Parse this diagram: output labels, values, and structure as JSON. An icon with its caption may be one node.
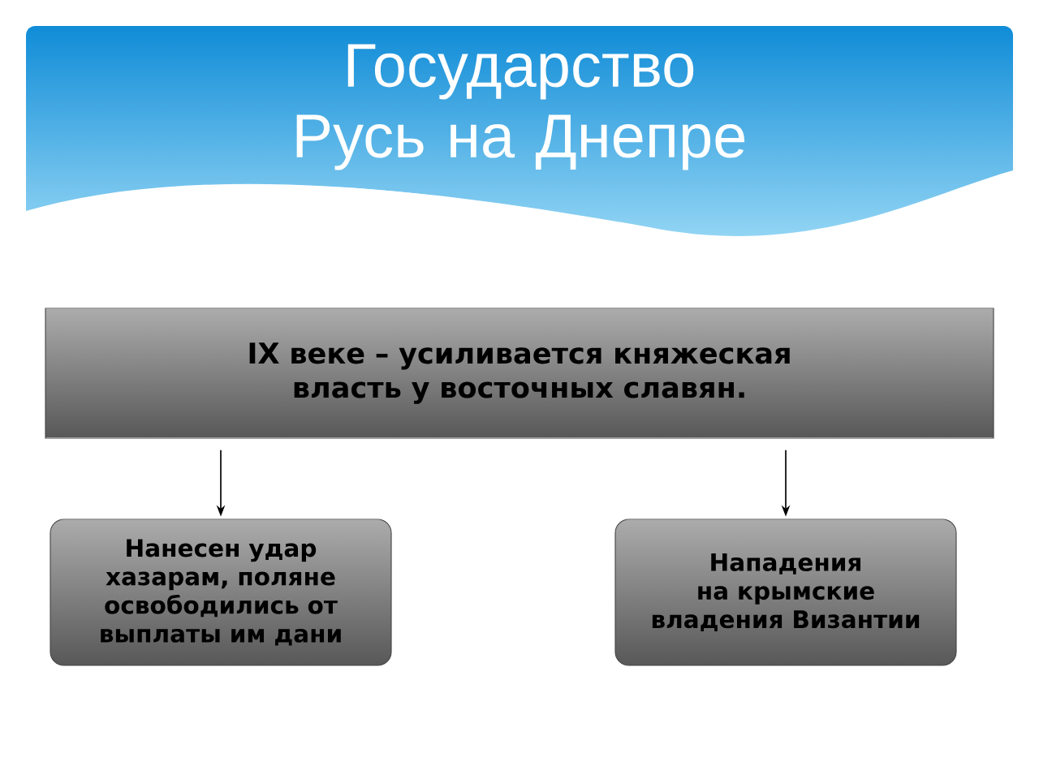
{
  "diagram": {
    "title": "Государство Русь на Днепре",
    "nodes": [
      {
        "text": [
          "IX веке – усиливается княжеская  власть у восточных славян."
        ]
      },
      {
        "text": [
          "Нанесен удар хазарам, поляне освободились от выплаты им дани"
        ]
      },
      {
        "text": [
          "Нападения на крымские владения Византии"
        ]
      }
    ],
    "edges": [
      {
        "from": 0,
        "to": 1,
        "arrow": "to"
      },
      {
        "from": 0,
        "to": 2,
        "arrow": "to"
      }
    ]
  }
}
